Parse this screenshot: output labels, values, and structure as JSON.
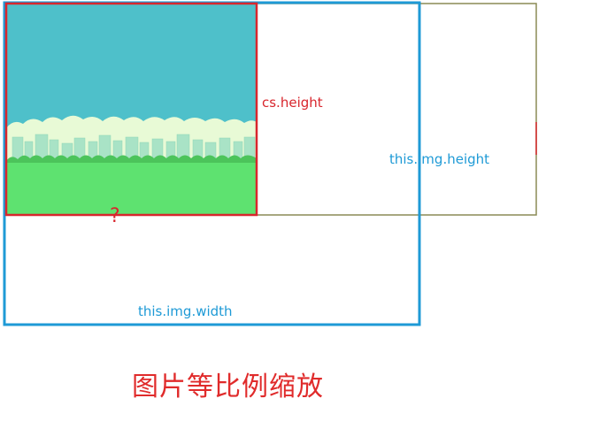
{
  "labels": {
    "cs_height": "cs.height",
    "img_height": "this.img.height",
    "question": "?",
    "img_width": "this.img.width",
    "caption": "图片等比例缩放"
  },
  "colors": {
    "canvas_border": "#d8262d",
    "image_border": "#1e9ad6",
    "outer_frame": "#8a8a55",
    "sky": "#4ec0ca",
    "cloud": "#e8fad6",
    "building": "#a9e3c6",
    "grass": "#5ee270",
    "grass_dark": "#4cc45b"
  }
}
